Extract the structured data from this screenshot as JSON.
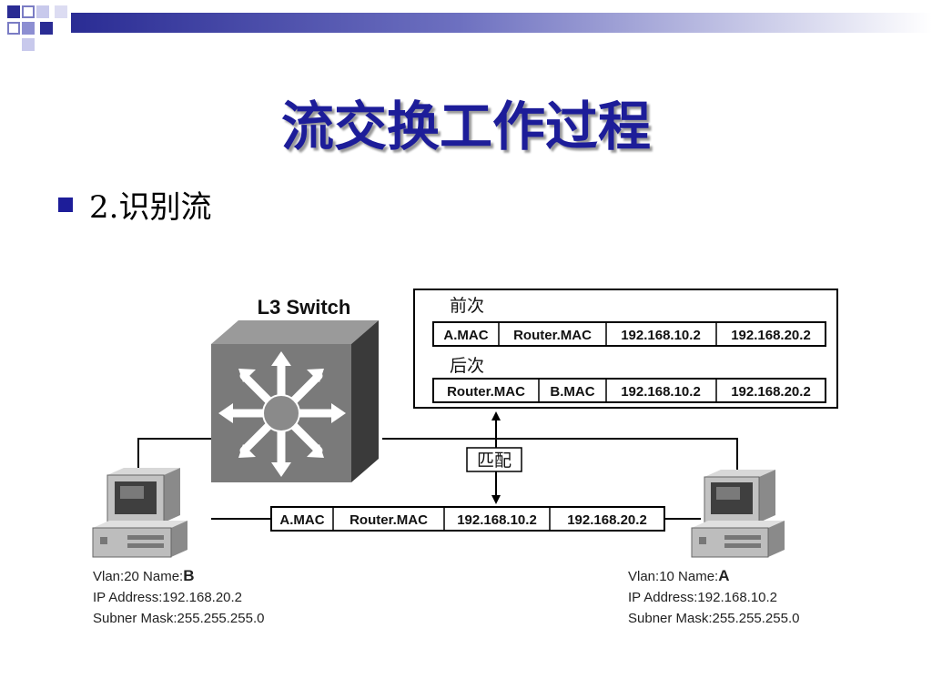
{
  "slide": {
    "title": "流交换工作过程",
    "bullet": "2.识别流"
  },
  "diagram": {
    "switch_label": "L3 Switch",
    "before_label": "前次",
    "before_row": [
      "A.MAC",
      "Router.MAC",
      "192.168.10.2",
      "192.168.20.2"
    ],
    "after_label": "后次",
    "after_row": [
      "Router.MAC",
      "B.MAC",
      "192.168.10.2",
      "192.168.20.2"
    ],
    "match_label": "匹配",
    "frame_row": [
      "A.MAC",
      "Router.MAC",
      "192.168.10.2",
      "192.168.20.2"
    ],
    "host_b": {
      "vlan_name": "Vlan:20    Name:",
      "name": "B",
      "ip": "IP Address:192.168.20.2",
      "mask": "Subner Mask:255.255.255.0"
    },
    "host_a": {
      "vlan_name": "Vlan:10   Name:",
      "name": "A",
      "ip": "IP Address:192.168.10.2",
      "mask": "Subner Mask:255.255.255.0"
    }
  },
  "colors": {
    "title": "#1d1d99",
    "accent": "#2a2c94",
    "switch_body": "#7a7a7a"
  }
}
